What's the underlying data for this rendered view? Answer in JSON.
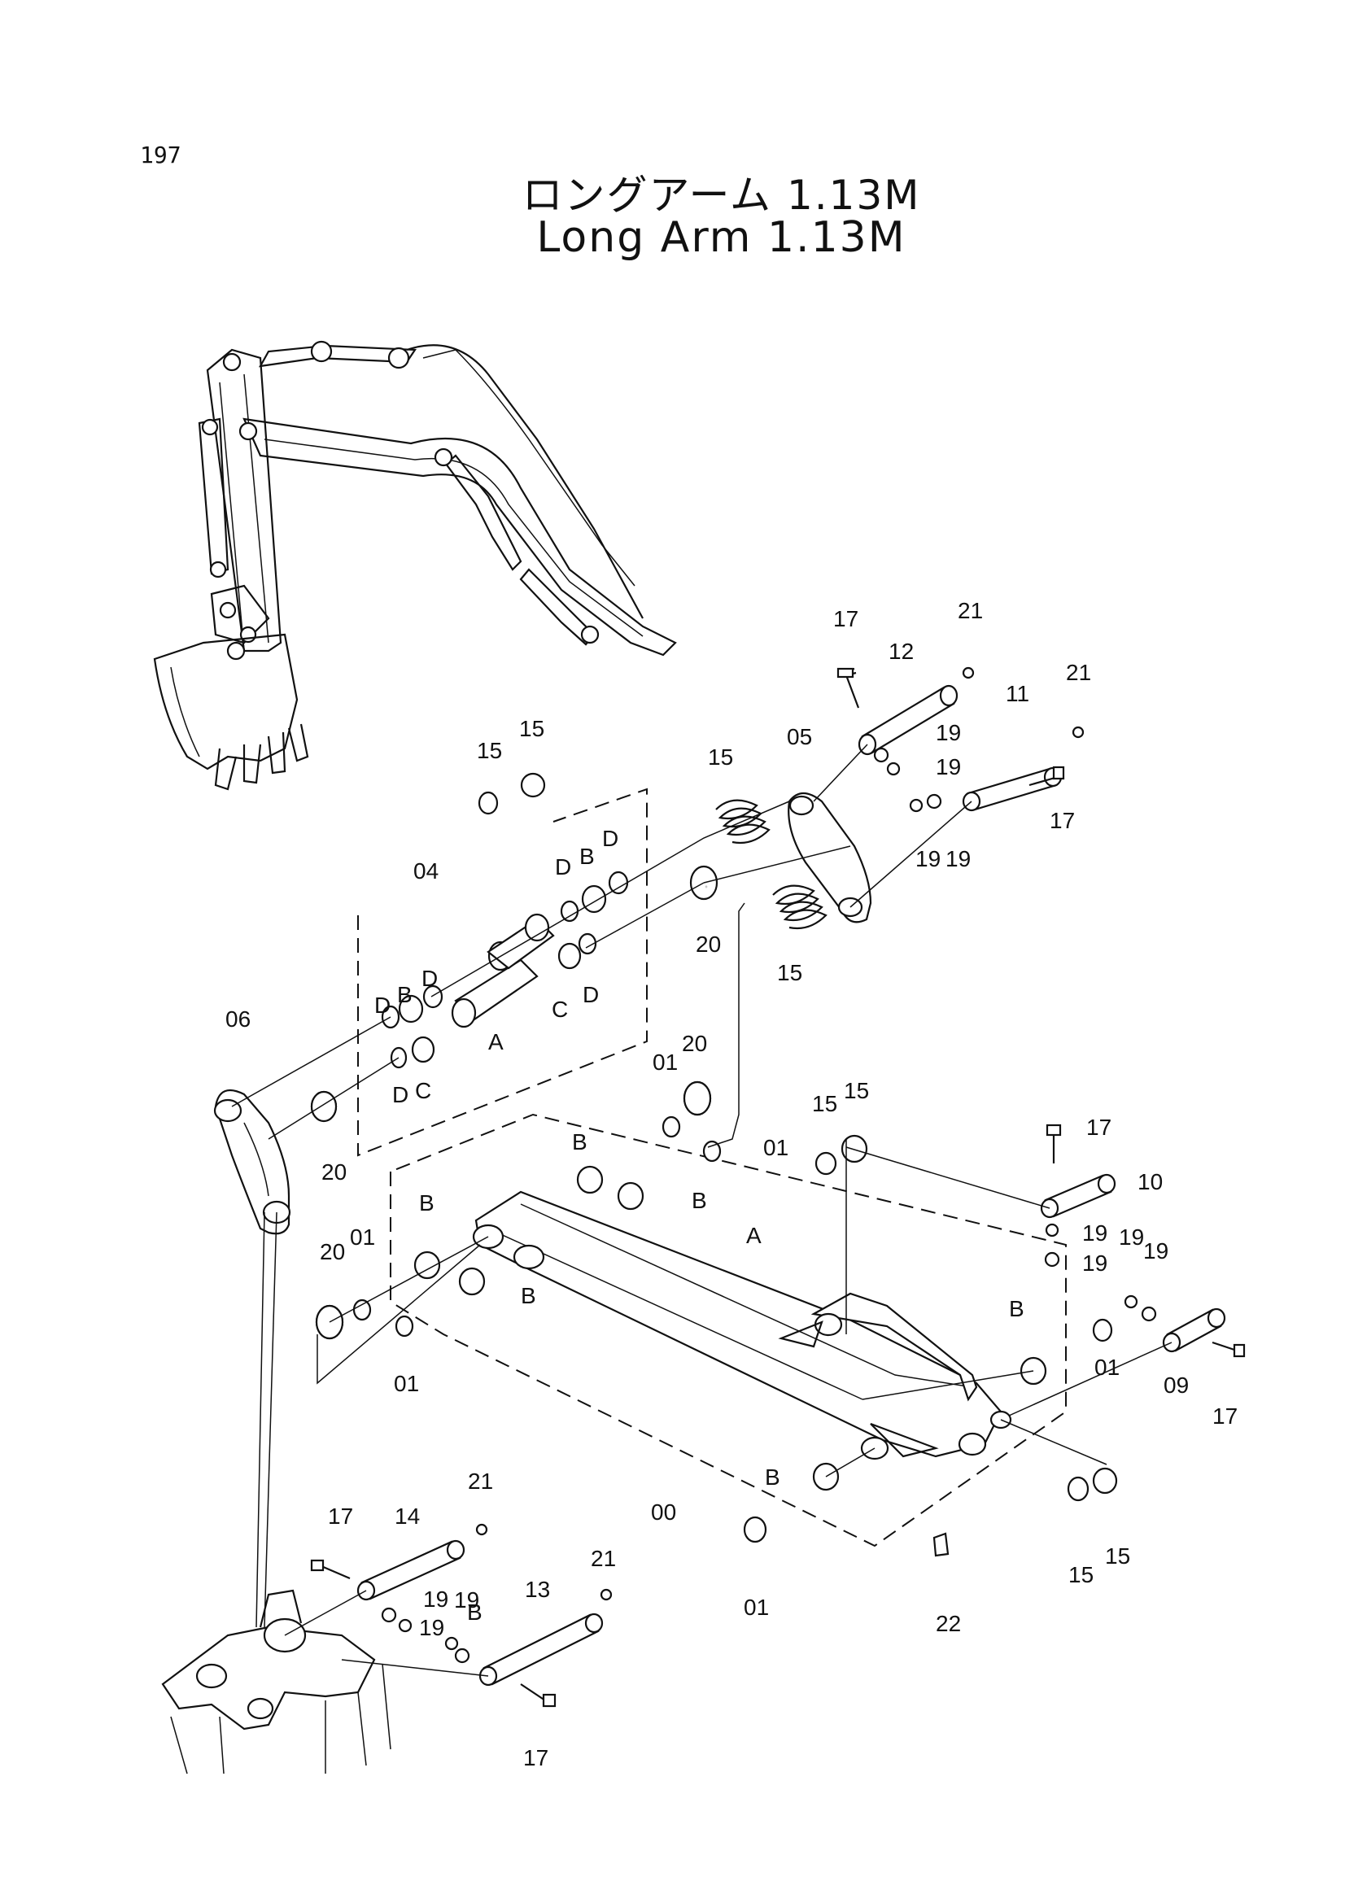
{
  "page_number": "197",
  "title_jp": "ロングアーム 1.13M",
  "title_en": "Long Arm 1.13M",
  "callouts": {
    "c00": "00",
    "c01a": "01",
    "c01b": "01",
    "c01c": "01",
    "c01d": "01",
    "c01e": "01",
    "c01f": "01",
    "c04": "04",
    "c05": "05",
    "c06": "06",
    "c09": "09",
    "c10": "10",
    "c11": "11",
    "c12": "12",
    "c13": "13",
    "c14": "14",
    "c15a": "15",
    "c15b": "15",
    "c15c": "15",
    "c15d": "15",
    "c15e": "15",
    "c15f": "15",
    "c15g": "15",
    "c15h": "15",
    "c17a": "17",
    "c17b": "17",
    "c17c": "17",
    "c17d": "17",
    "c17e": "17",
    "c17f": "17",
    "c19a": "19",
    "c19b": "19",
    "c19c": "19",
    "c19d": "19",
    "c19e": "19",
    "c19f": "19",
    "c19g": "19",
    "c19h": "19",
    "c19i": "19",
    "c19j": "19",
    "c19k": "19",
    "c20a": "20",
    "c20b": "20",
    "c20c": "20",
    "c20d": "20",
    "c21a": "21",
    "c21b": "21",
    "c21c": "21",
    "c21d": "21",
    "c22": "22",
    "cAa": "A",
    "cAb": "A",
    "cBa": "B",
    "cBb": "B",
    "cBc": "B",
    "cBd": "B",
    "cBe": "B",
    "cBf": "B",
    "cBg": "B",
    "cBh": "B",
    "cBi": "B",
    "cCa": "C",
    "cCb": "C",
    "cDa": "D",
    "cDb": "D",
    "cDc": "D",
    "cDd": "D",
    "cDe": "D",
    "cDf": "D"
  }
}
